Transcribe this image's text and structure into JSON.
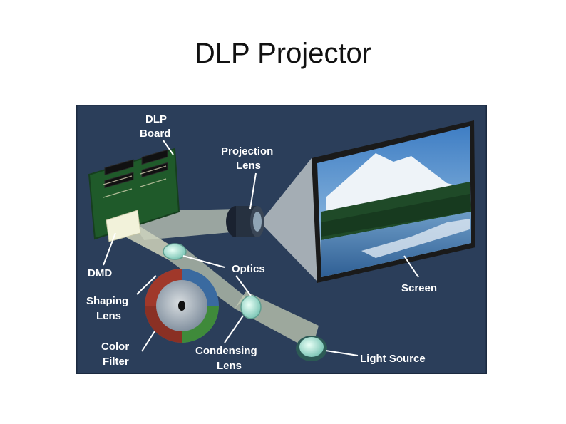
{
  "title": "DLP Projector",
  "labels": {
    "dlp_board": [
      "DLP",
      "Board"
    ],
    "projection_lens": [
      "Projection",
      "Lens"
    ],
    "dmd": [
      "DMD"
    ],
    "optics": [
      "Optics"
    ],
    "shaping_lens": [
      "Shaping",
      "Lens"
    ],
    "color_filter": [
      "Color",
      "Filter"
    ],
    "condensing_lens": [
      "Condensing",
      "Lens"
    ],
    "light_source": [
      "Light Source"
    ],
    "screen": [
      "Screen"
    ]
  },
  "colors": {
    "background": "#2b3e5a",
    "board": "#1f5a2a",
    "beam": "#e8eec8",
    "lens": "#9fdccf",
    "color_wheel_red": "#a0382a",
    "color_wheel_green": "#3f8a3a",
    "color_wheel_blue": "#3a6aa0"
  }
}
